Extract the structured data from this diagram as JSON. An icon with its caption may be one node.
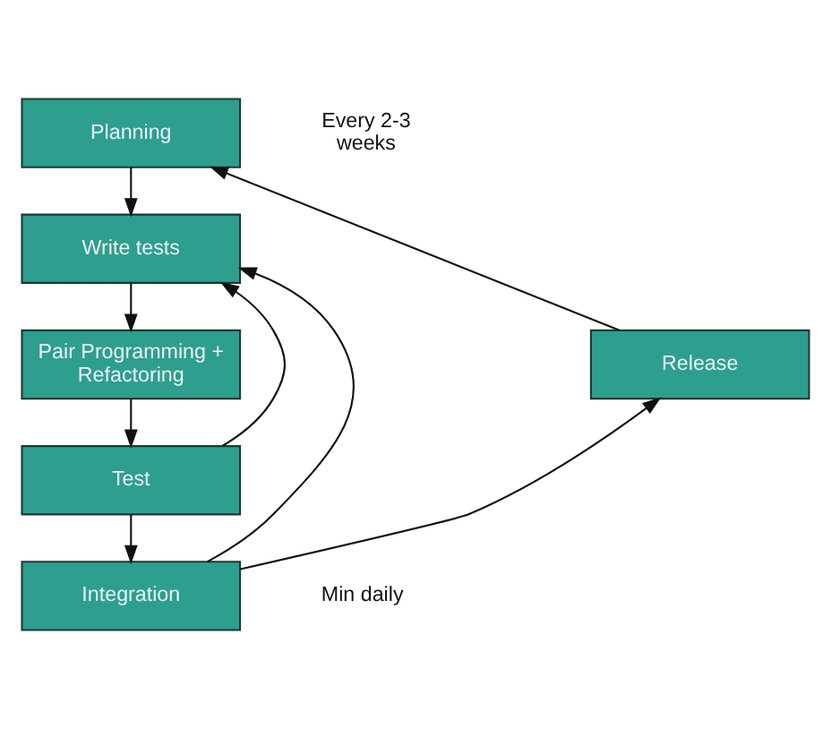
{
  "diagram": {
    "nodes": [
      {
        "text": [
          "Planning"
        ],
        "beside": [
          "Every 2-3 weeks"
        ]
      },
      {
        "text": [
          "Write tests"
        ]
      },
      {
        "text": [
          "Release"
        ]
      },
      {
        "text": [
          "Pair Programming + Refactoring"
        ]
      },
      {
        "text": [
          "Test"
        ]
      },
      {
        "text": [
          "Integration"
        ],
        "beside": [
          "Min daily"
        ]
      }
    ],
    "edges": [
      {
        "from": 0,
        "to": 1,
        "arrow": "to"
      },
      {
        "from": 1,
        "to": 3,
        "arrow": "to"
      },
      {
        "from": 3,
        "to": 4,
        "arrow": "to"
      },
      {
        "from": 4,
        "to": 1,
        "arrow": "to"
      },
      {
        "from": 4,
        "to": 5,
        "arrow": "to"
      },
      {
        "from": 5,
        "to": 1,
        "arrow": "to"
      },
      {
        "from": 5,
        "to": 2,
        "arrow": "to"
      },
      {
        "from": 2,
        "to": 0,
        "arrow": "to"
      }
    ]
  }
}
